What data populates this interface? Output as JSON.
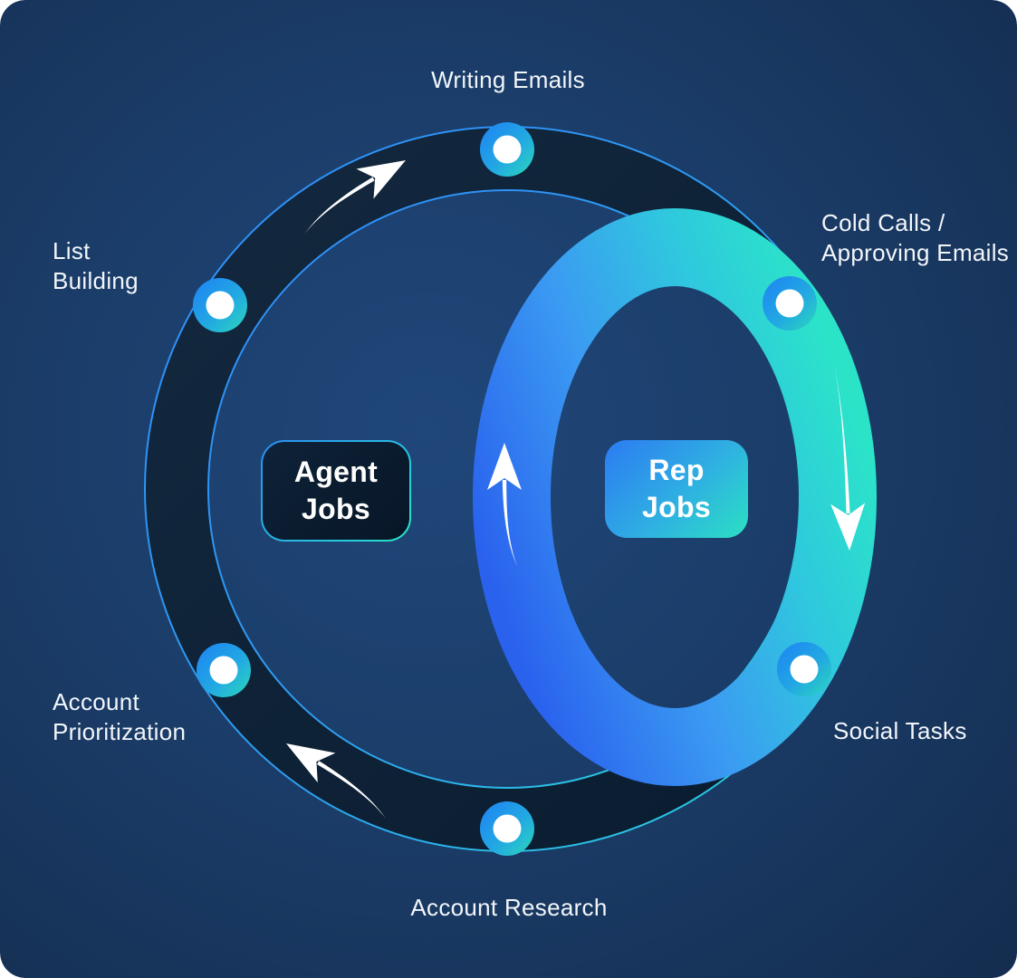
{
  "diagram": {
    "agent_ring": {
      "center_label": "Agent\nJobs",
      "nodes": {
        "top": "Writing Emails",
        "upper_left": "List\nBuilding",
        "lower_left": "Account\nPrioritization",
        "bottom": "Account Research"
      }
    },
    "rep_ring": {
      "center_label": "Rep\nJobs",
      "nodes": {
        "upper_right": "Cold Calls /\nApproving Emails",
        "lower_right": "Social Tasks"
      }
    },
    "colors": {
      "background_center": "#1E4474",
      "background_edge": "#132B4C",
      "dark_ring_fill": "#0E2134",
      "ring_outline_blue": "#2F8CFA",
      "ring_outline_cyan": "#29DCDC",
      "bright_ring_blue": "#2A62EE",
      "bright_ring_light_blue": "#3B9BF2",
      "bright_ring_teal": "#2BE4C8",
      "node_fill_blue": "#1E82F5",
      "node_fill_teal": "#2BD8BC",
      "node_center": "#FFFFFF",
      "arrow": "#FFFFFF",
      "text": "#F2F6FA",
      "agent_box_fill": "#0A1C31"
    }
  }
}
